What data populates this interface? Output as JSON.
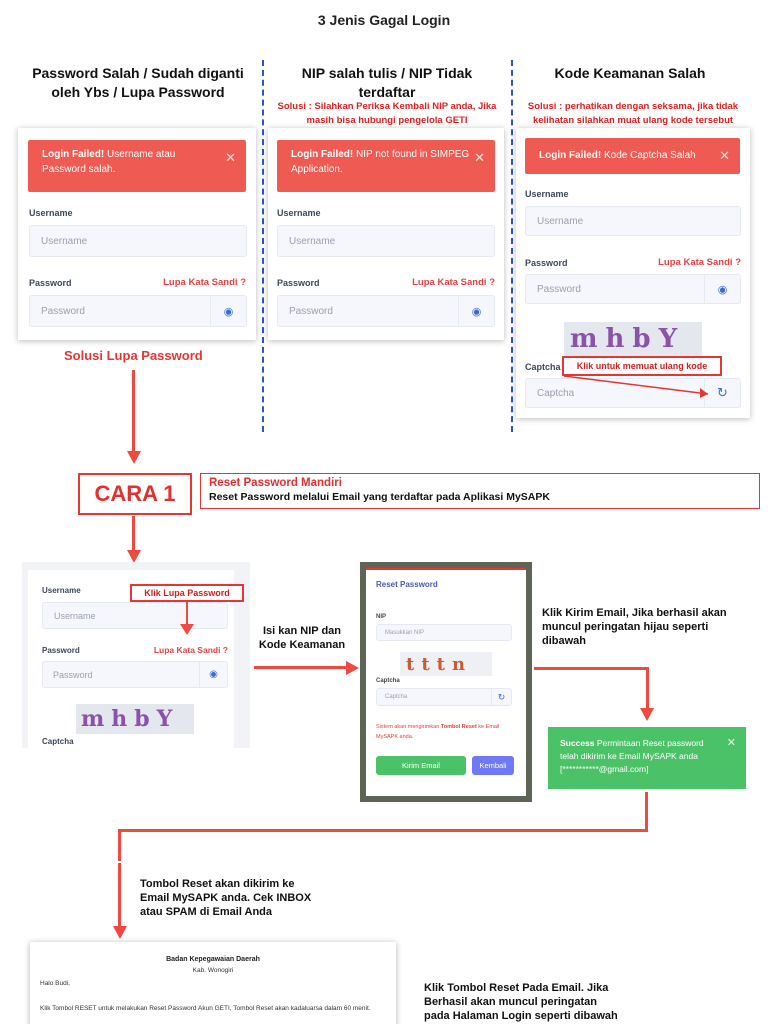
{
  "title": "3 Jenis Gagal Login",
  "columns": [
    {
      "heading": "Password Salah / Sudah diganti oleh Ybs / Lupa Password",
      "solution": ""
    },
    {
      "heading": "NIP salah tulis / NIP Tidak terdaftar",
      "solution": "Solusi : Silahkan Periksa Kembali NIP anda, Jika masih bisa hubungi pengelola GETI"
    },
    {
      "heading": "Kode Keamanan Salah",
      "solution": "Solusi : perhatikan dengan seksama, jika tidak kelihatan silahkan muat ulang kode tersebut"
    }
  ],
  "alerts": {
    "strong": "Login Failed!",
    "password": " Username atau Password salah.",
    "nip": " NIP not found in SIMPEG Application.",
    "captcha": " Kode Captcha Salah"
  },
  "form": {
    "username_label": "Username",
    "username_placeholder": "Username",
    "password_label": "Password",
    "password_placeholder": "Password",
    "forgot": "Lupa Kata Sandi ?",
    "captcha_label": "Captcha",
    "captcha_placeholder": "Captcha",
    "captcha_text": "mhbY",
    "reload_note": "Klik untuk memuat ulang kode"
  },
  "solusi_lupa": "Solusi Lupa Password",
  "cara": {
    "label": "CARA 1",
    "title": "Reset Password Mandiri",
    "desc": "Reset Password melalui Email yang terdaftar pada Aplikasi MySAPK"
  },
  "step1": {
    "callout": "Klik Lupa Password"
  },
  "step_note_1": "Isi kan NIP dan Kode Keamanan",
  "reset_form": {
    "title": "Reset Password",
    "nip_label": "NIP",
    "nip_placeholder": "Masukkan NIP",
    "captcha_text": "tttn",
    "captcha_label": "Captcha",
    "captcha_placeholder": "Captcha",
    "info_pre": "Sistem akan mengirimkan ",
    "info_bold": "Tombol Reset",
    "info_post": " ke Email MySAPK anda.",
    "send_button": "Kirim Email",
    "back_button": "Kembali"
  },
  "step_note_2": "Klik Kirim Email, Jika berhasil akan muncul peringatan hijau seperti dibawah",
  "success": {
    "strong": "Success",
    "text": " Permintaan Reset password telah dikirim ke Email MySAPK anda [***********@gmail.com]"
  },
  "step_note_3": "Tombol Reset akan dikirim ke Email MySAPK anda. Cek INBOX atau SPAM di Email Anda",
  "email": {
    "org": "Badan Kepegawaian Daerah",
    "place": "Kab. Wonogiri",
    "greeting": "Halo Budi,",
    "body": "Klik Tombol RESET untuk melakukan Reset Password Akun GETI, Tombol Reset akan kadaluarsa dalam 60 menit."
  },
  "step_note_4": "Klik Tombol Reset Pada Email. Jika Berhasil akan muncul peringatan pada Halaman Login seperti dibawah",
  "colors": {
    "accent_red": "#ef4a40",
    "alert_red": "#ef5a52",
    "success_green": "#4cc268",
    "link_blue": "#2b55c7"
  }
}
